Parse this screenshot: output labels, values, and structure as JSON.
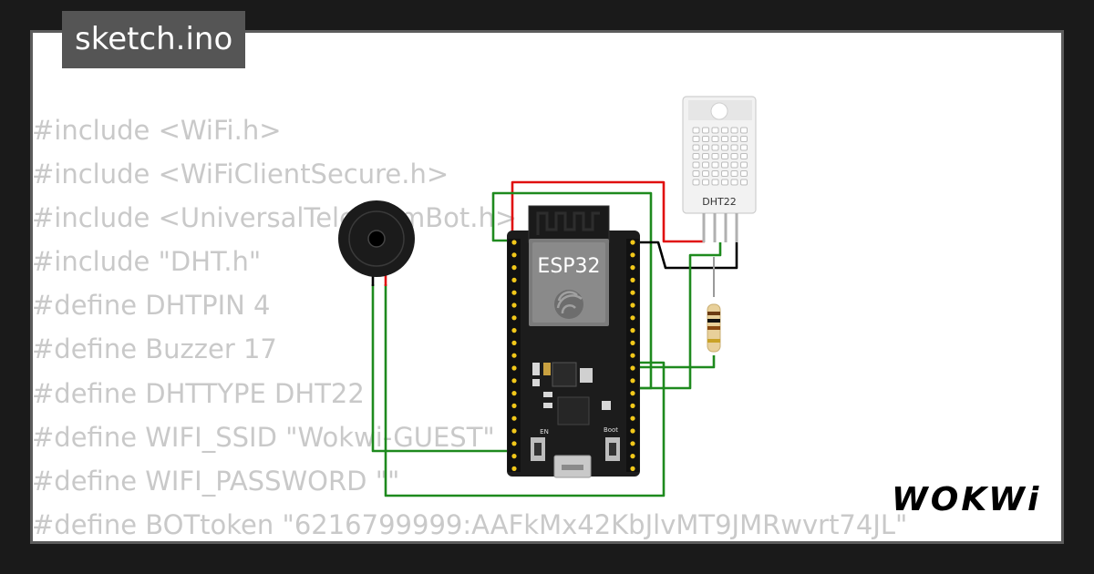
{
  "file_tab": {
    "title": "sketch.ino"
  },
  "code": {
    "lines": [
      "#include <WiFi.h>",
      "#include <WiFiClientSecure.h>",
      "#include <UniversalTelegramBot.h>",
      "#include \"DHT.h\"",
      "#define DHTPIN 4",
      "#define Buzzer 17",
      "#define DHTTYPE DHT22",
      "#define WIFI_SSID \"Wokwi-GUEST\"",
      "#define WIFI_PASSWORD \"\"",
      "#define BOTtoken \"6216799999:AAFkMx42KbJlvMT9JMRwvrt74JL\""
    ]
  },
  "esp32": {
    "label": "ESP32",
    "boot_label": "Boot",
    "en_label": "EN"
  },
  "sensor": {
    "label": "DHT22"
  },
  "brand": {
    "logo_text": "WOKWi"
  },
  "colors": {
    "wire_red": "#e01010",
    "wire_green": "#1e8a1e",
    "wire_black": "#000000",
    "board": "#1c1c1c",
    "pin_gold": "#f2c81a",
    "code_text": "#c9c9c9",
    "chip_bg": "#555555"
  }
}
